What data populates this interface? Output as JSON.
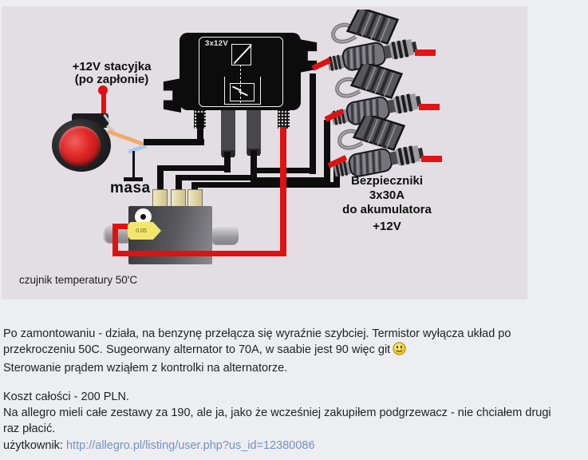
{
  "diagram": {
    "bg_color": "#e3dee4",
    "relay_label": "3x12V",
    "ignition_label_line1": "+12V stacyjka",
    "ignition_label_line2": "(po zapłonie)",
    "ground_label": "masa",
    "fuse_label_lines": [
      "Bezpieczniki",
      "3x30A",
      "do akumulatora",
      "+12V"
    ],
    "sensor_label": "czujnik temperatury 50'C",
    "heater_tag": "0.05",
    "wire_red_color": "#df1212",
    "wire_black_color": "#0d0d0d"
  },
  "post": {
    "paragraph1": "Po zamontowaniu - działa, na benzynę przełącza się wyraźnie szybciej. Termistor wyłącza układ po przekroczeniu 50C. Sugeorwany alternator to 70A, w saabie jest 90 więc git",
    "emoticon": "smile",
    "paragraph1_line2": "Sterowanie prądem wziąłem z kontrolki na alternatorze.",
    "paragraph2_line1": "Koszt całości - 200 PLN.",
    "paragraph2_line2": "Na allegro mieli całe zestawy za 190, ale ja, jako że wcześniej zakupiłem podgrzewacz - nie chciałem drugi raz płacić.",
    "user_label": "użytkownik:",
    "user_link": "http://allegro.pl/listing/user.php?us_id=12380086",
    "link_color": "#7590c2"
  }
}
